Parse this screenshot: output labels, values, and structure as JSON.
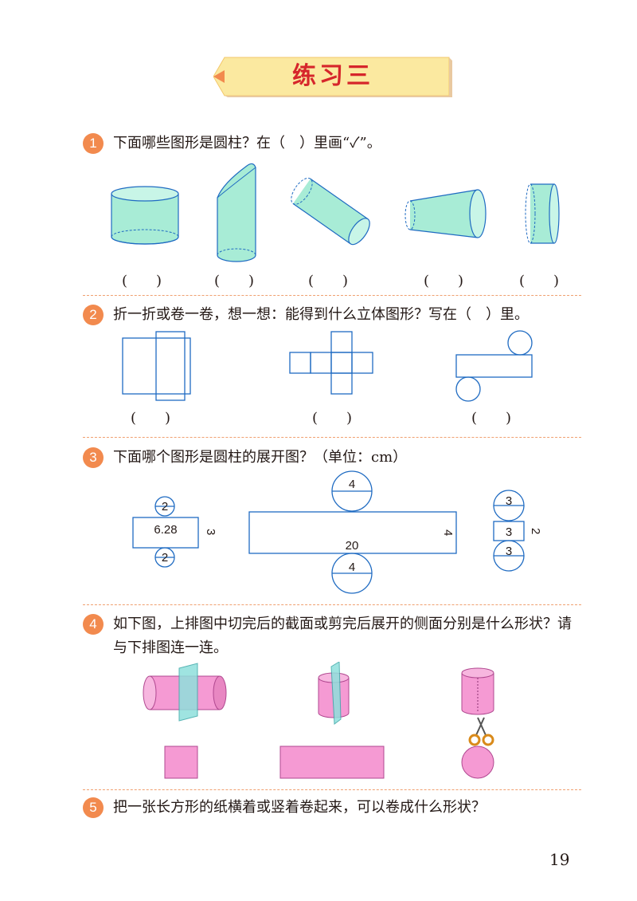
{
  "title": "练习三",
  "questions": [
    {
      "num": "1",
      "text": "下面哪些图形是圆柱？在（　）里画“✓”。",
      "blanks": [
        "(　　)",
        "(　　)",
        "(　　)",
        "(　　)",
        "(　　)"
      ]
    },
    {
      "num": "2",
      "text": "折一折或卷一卷，想一想：能得到什么立体图形？写在（　）里。",
      "blanks": [
        "(　　)",
        "(　　)",
        "(　　)"
      ]
    },
    {
      "num": "3",
      "text": "下面哪个图形是圆柱的展开图？（单位：cm）",
      "fig_a": {
        "top": "2",
        "rect": "6.28",
        "side": "3",
        "bottom": "2"
      },
      "fig_b": {
        "top": "4",
        "side": "4",
        "rect": "20",
        "bottom": "4"
      },
      "fig_c": {
        "top": "3",
        "rect": "3",
        "side": "2",
        "bottom": "3"
      }
    },
    {
      "num": "4",
      "text_line1": "如下图，上排图中切完后的截面或剪完后展开的侧面分别是什么形状？请",
      "text_line2": "与下排图连一连。"
    },
    {
      "num": "5",
      "text": "把一张长方形的纸横着或竖着卷起来，可以卷成什么形状？"
    }
  ],
  "page_number": "19",
  "colors": {
    "banner": "#fbe9a0",
    "title": "#d6262b",
    "number_circle": "#f28a4e",
    "cylinder_fill": "#a8ecd6",
    "outline_blue": "#1f6bc2",
    "pink": "#f59ad3",
    "divider": "#f0a070"
  }
}
